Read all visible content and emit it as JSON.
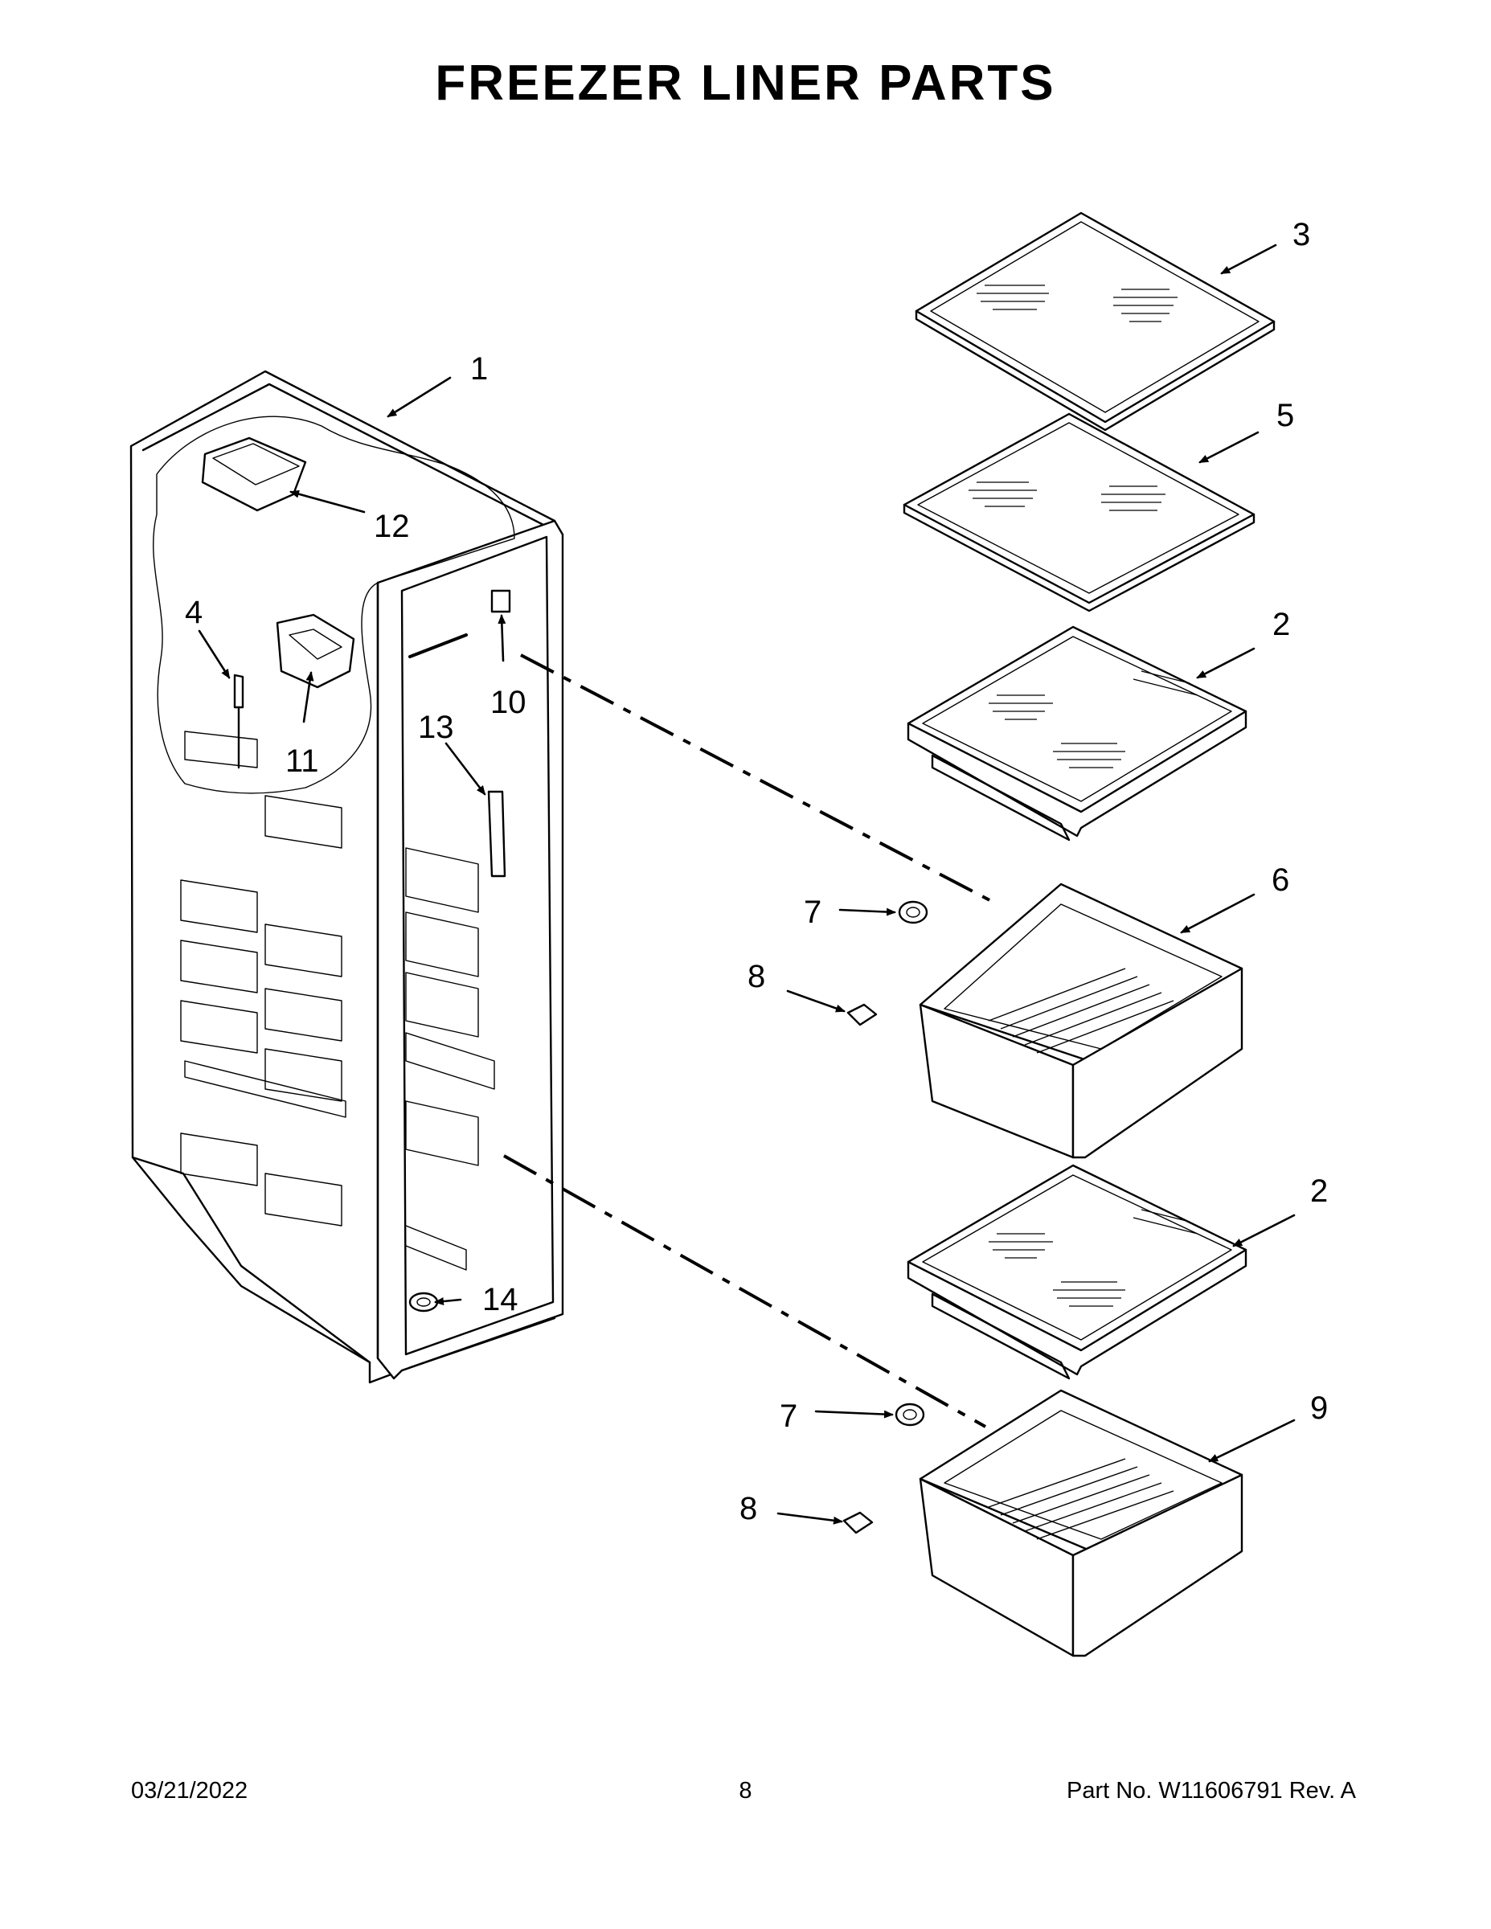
{
  "page": {
    "title": "FREEZER LINER PARTS",
    "footer": {
      "date": "03/21/2022",
      "page_number": "8",
      "part_info": "Part No.  W11606791  Rev.  A"
    }
  },
  "callouts": [
    {
      "id": "1"
    },
    {
      "id": "2"
    },
    {
      "id": "3"
    },
    {
      "id": "4"
    },
    {
      "id": "5"
    },
    {
      "id": "6"
    },
    {
      "id": "7"
    },
    {
      "id": "8"
    },
    {
      "id": "9"
    },
    {
      "id": "10"
    },
    {
      "id": "11"
    },
    {
      "id": "12"
    },
    {
      "id": "13"
    },
    {
      "id": "14"
    }
  ]
}
